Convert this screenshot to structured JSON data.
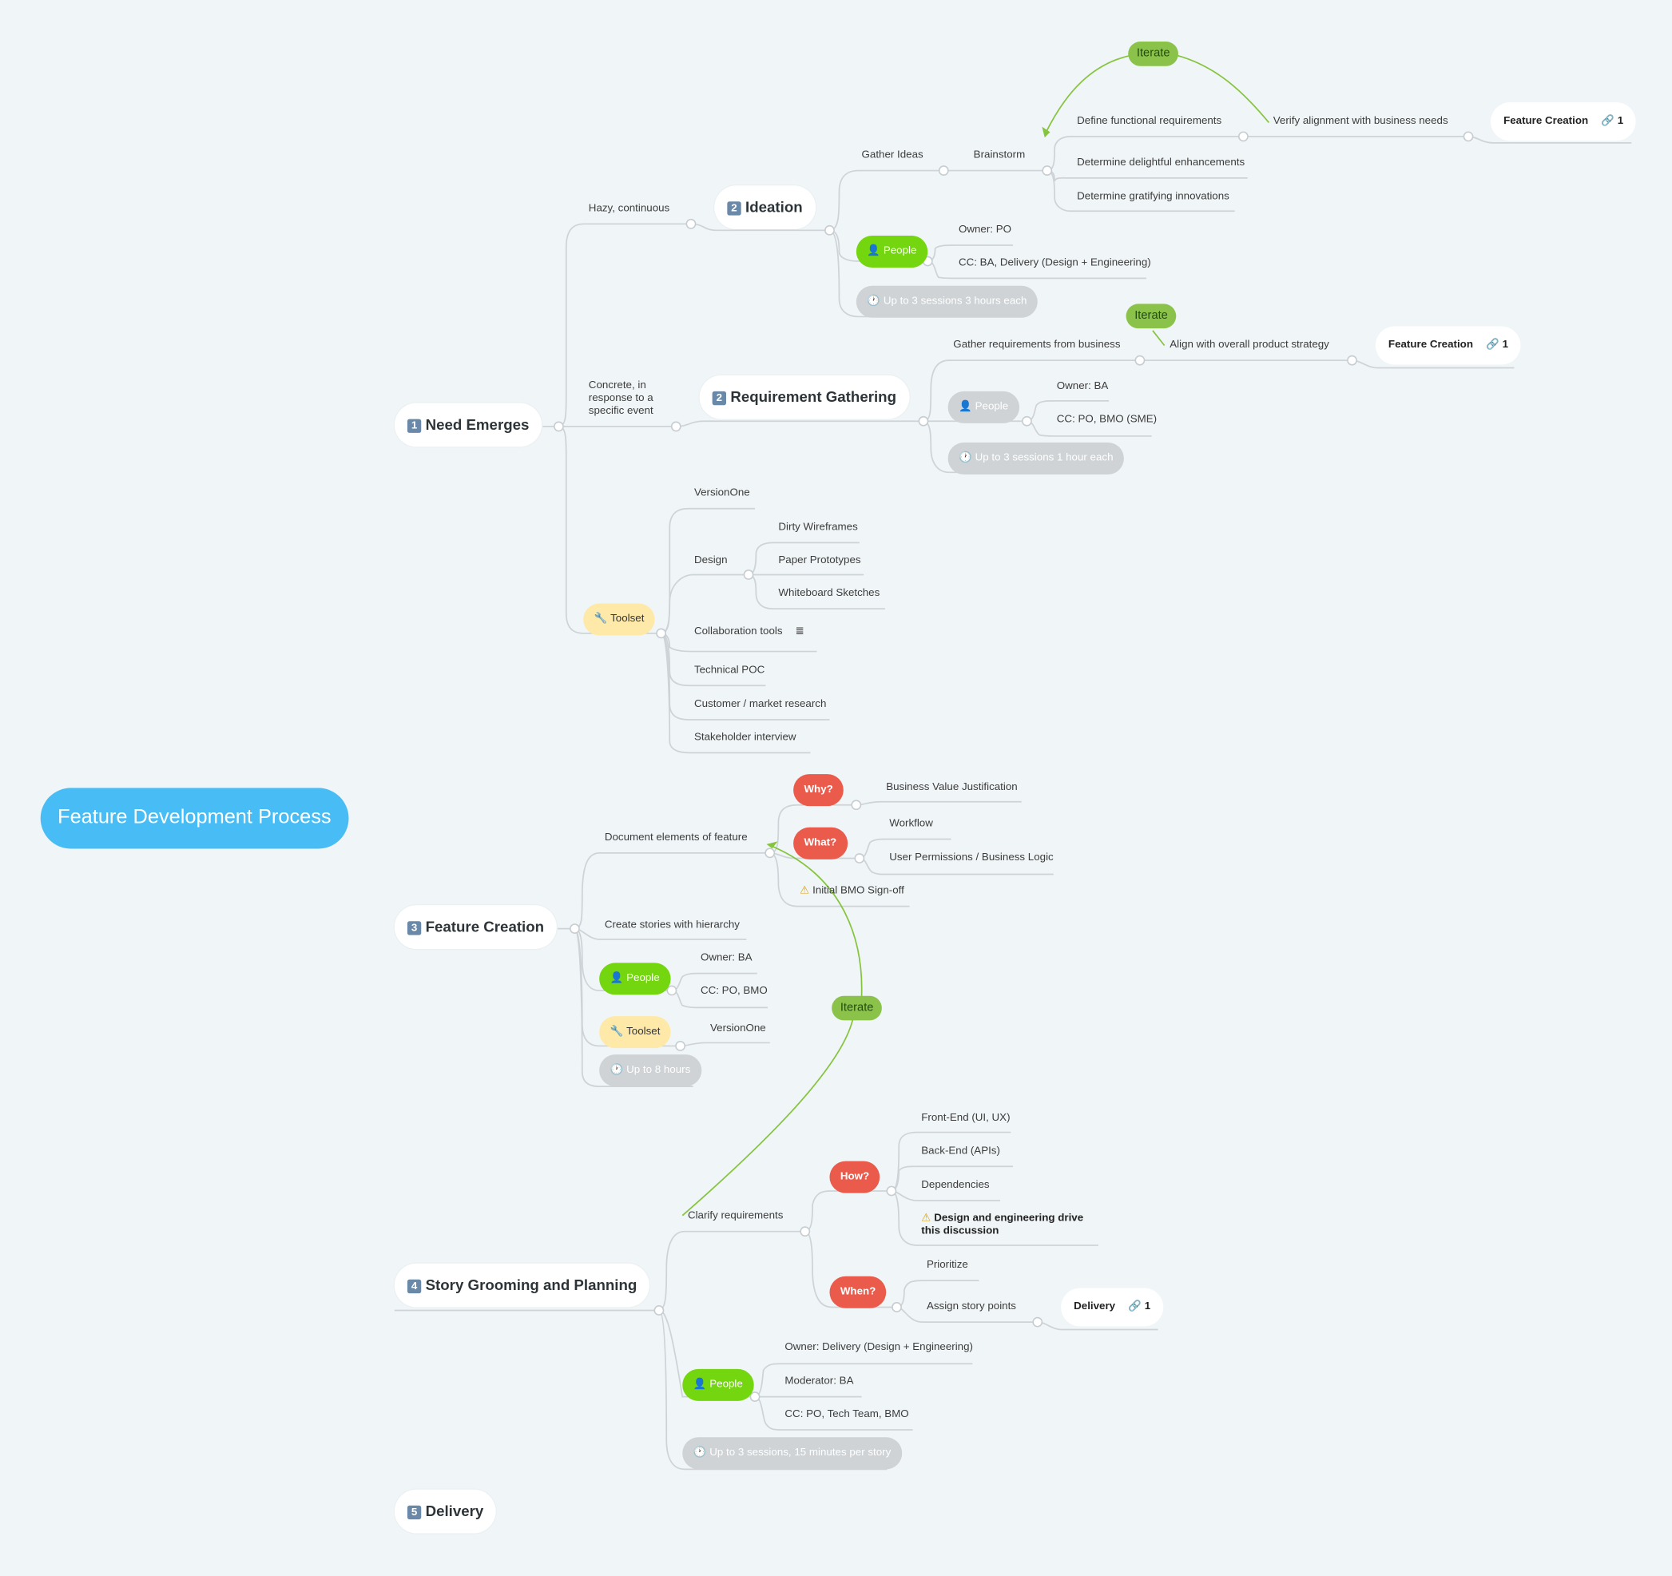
{
  "root": "Feature Development Process",
  "main": {
    "need": {
      "num": "1",
      "label": "Need Emerges"
    },
    "feature": {
      "num": "3",
      "label": "Feature Creation"
    },
    "story": {
      "num": "4",
      "label": "Story Grooming and Planning"
    },
    "delivery": {
      "num": "5",
      "label": "Delivery"
    }
  },
  "need": {
    "hazy": "Hazy, continuous",
    "concrete": "Concrete, in response to a specific event",
    "ideation": {
      "num": "2",
      "label": "Ideation"
    },
    "reqgather": {
      "num": "2",
      "label": "Requirement Gathering"
    },
    "gather_ideas": "Gather Ideas",
    "brainstorm": "Brainstorm",
    "define_func": "Define functional requirements",
    "verify": "Verify alignment with business needs",
    "delightful": "Determine delightful enhancements",
    "gratifying": "Determine gratifying innovations",
    "people": "People",
    "owner_po": "Owner: PO",
    "cc_ba": "CC: BA, Delivery (Design + Engineering)",
    "sessions_ideation": "Up to 3 sessions 3 hours each",
    "gather_req": "Gather requirements from business",
    "align": "Align with overall product strategy",
    "owner_ba": "Owner: BA",
    "cc_po_bmo_sme": "CC: PO, BMO (SME)",
    "sessions_req": "Up to 3 sessions 1 hour each",
    "toolset": "Toolset",
    "versionone": "VersionOne",
    "design": "Design",
    "dirty": "Dirty Wireframes",
    "paper": "Paper Prototypes",
    "whiteboard": "Whiteboard Sketches",
    "collab": "Collaboration tools",
    "tech_poc": "Technical POC",
    "customer": "Customer / market research",
    "stakeholder": "Stakeholder interview"
  },
  "feature": {
    "doc": "Document elements of feature",
    "why": "Why?",
    "what": "What?",
    "bvj": "Business Value Justification",
    "workflow": "Workflow",
    "perms": "User Permissions / Business Logic",
    "signoff": "Initial BMO Sign-off",
    "stories": "Create stories with hierarchy",
    "people": "People",
    "owner": "Owner: BA",
    "cc": "CC: PO, BMO",
    "toolset": "Toolset",
    "versionone": "VersionOne",
    "hours": "Up to 8 hours"
  },
  "story": {
    "clarify": "Clarify requirements",
    "how": "How?",
    "when": "When?",
    "frontend": "Front-End (UI, UX)",
    "backend": "Back-End (APIs)",
    "deps": "Dependencies",
    "design_drive": "Design and engineering drive this discussion",
    "prioritize": "Prioritize",
    "assign": "Assign story points",
    "people": "People",
    "owner": "Owner: Delivery (Design + Engineering)",
    "moderator": "Moderator: BA",
    "cc": "CC: PO, Tech Team, BMO",
    "sessions": "Up to 3 sessions, 15 minutes per story"
  },
  "iterate": "Iterate",
  "links": {
    "fc1": {
      "label": "Feature Creation",
      "count": "1"
    },
    "fc2": {
      "label": "Feature Creation",
      "count": "1"
    },
    "del": {
      "label": "Delivery",
      "count": "1"
    }
  },
  "icons": {
    "people": "person-icon",
    "time": "clock-icon",
    "tool": "wrench-icon",
    "warn": "warning-icon",
    "link": "link-icon",
    "notes": "notes-icon"
  },
  "colors": {
    "root": "#48bdf5",
    "people": "#73d60f",
    "question": "#ea5b4c",
    "iterate": "#8bc34a",
    "toolset": "#ffe9a8",
    "time": "#cfd3d6",
    "wire": "#cdd3d7"
  }
}
